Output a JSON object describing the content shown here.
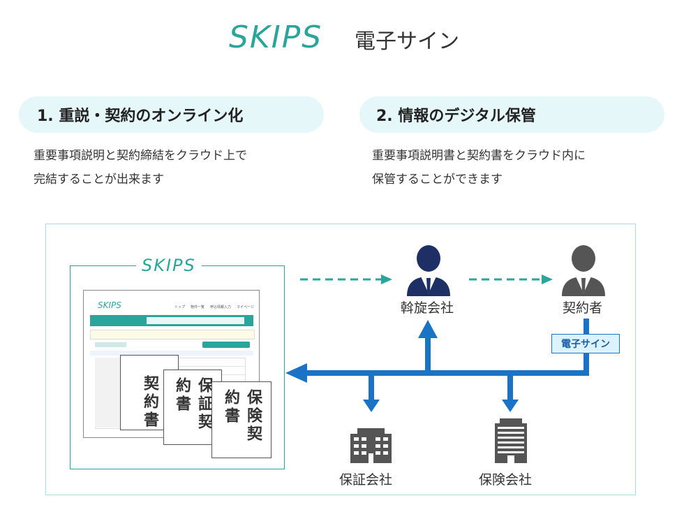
{
  "header": {
    "logo": "SKIPS",
    "title": "電子サイン"
  },
  "features": [
    {
      "title": "1. 重説・契約のオンライン化",
      "lines": [
        "重要事項説明と契約締結をクラウド上で",
        "完結することが出来ます"
      ]
    },
    {
      "title": "2. 情報のデジタル保管",
      "lines": [
        "重要事項説明書と契約書をクラウド内に",
        "保管することができます"
      ]
    }
  ],
  "diagram": {
    "skips_logo": "SKIPS",
    "screen": {
      "logo": "SKIPS",
      "nav": [
        "トップ",
        "物件一覧",
        "申込情報入力",
        "マイページ"
      ]
    },
    "documents": [
      "契約書",
      "保証契約書",
      "保険契約書"
    ],
    "nodes": {
      "broker": "斡旋会社",
      "contractor": "契約者",
      "guarantor": "保証会社",
      "insurer": "保険会社"
    },
    "esign_badge": "電子サイン"
  },
  "colors": {
    "accent": "#2aa59c",
    "arrow": "#1a73c4",
    "pill_bg": "#e6f7fa",
    "frame": "#a9dde3"
  }
}
